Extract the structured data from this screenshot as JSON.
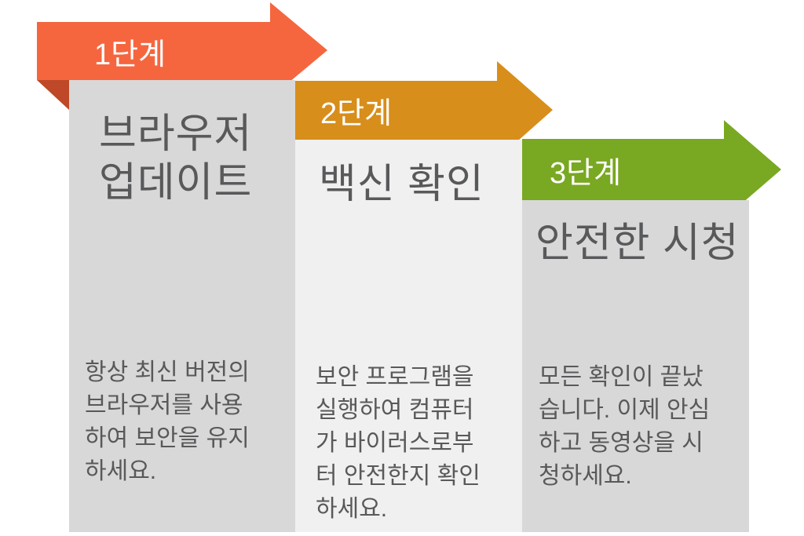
{
  "diagram": {
    "type": "process-steps",
    "direction": "left-to-right-descending",
    "steps": [
      {
        "label": "1단계",
        "title": "브라우저\n업데이트",
        "body": "항상 최신 버전의\n브라우저를 사용\n하여 보안을 유지\n하세요.",
        "arrow_color": "#F5663F",
        "fold_color": "#BE4827",
        "panel_color": "#D8D8D8"
      },
      {
        "label": "2단계",
        "title": "백신 확인",
        "body": "보안 프로그램을\n실행하여 컴퓨터\n가 바이러스로부\n터 안전한지 확인\n하세요.",
        "arrow_color": "#D88E1B",
        "panel_color": "#F0F0F0"
      },
      {
        "label": "3단계",
        "title": "안전한 시청",
        "body": "모든 확인이 끝났\n습니다. 이제 안심\n하고 동영상을 시\n청하세요.",
        "arrow_color": "#79A822",
        "panel_color": "#D8D8D8"
      }
    ],
    "colors": {
      "background": "#FFFFFF",
      "label_text": "#FFFFFF",
      "body_text": "#58595B"
    }
  }
}
